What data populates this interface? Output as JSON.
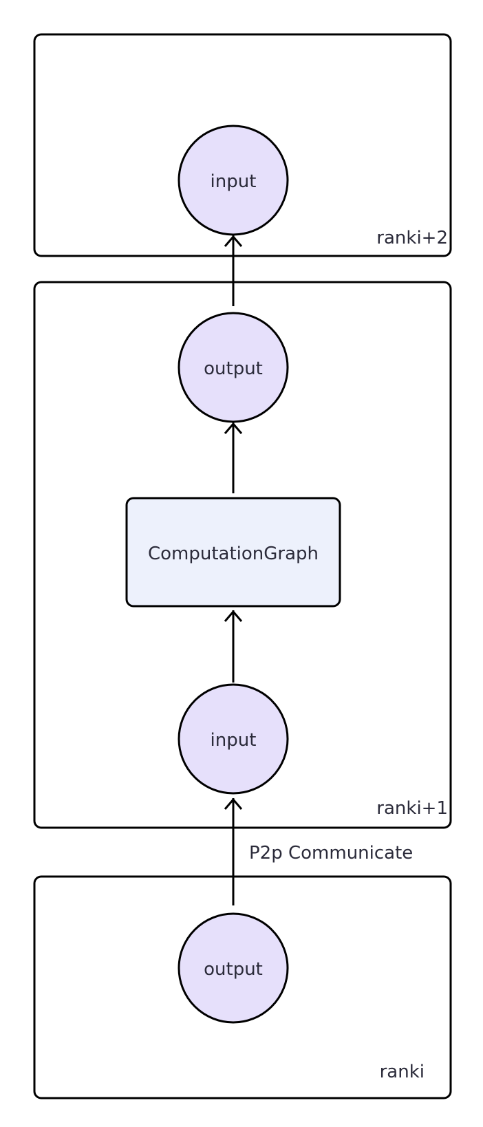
{
  "diagram": {
    "groups": [
      {
        "id": "rank-i-plus-2",
        "label": "ranki+2"
      },
      {
        "id": "rank-i-plus-1",
        "label": "ranki+1"
      },
      {
        "id": "rank-i",
        "label": "ranki"
      }
    ],
    "nodes": {
      "top_input": "input",
      "mid_output": "output",
      "computation_graph": "ComputationGraph",
      "mid_input": "input",
      "bottom_output": "output"
    },
    "edges": {
      "p2p_label": "P2p Communicate"
    },
    "colors": {
      "node_fill": "#e6e0fb",
      "box_fill": "#edf1fc",
      "stroke": "#000000",
      "text": "#2b2b3a"
    }
  }
}
